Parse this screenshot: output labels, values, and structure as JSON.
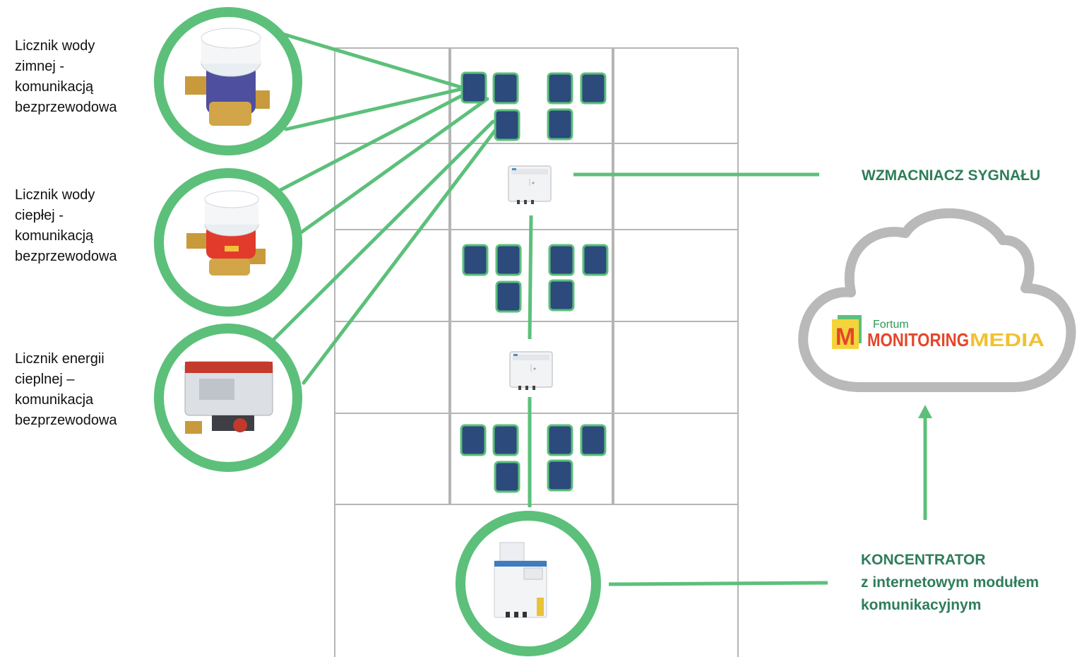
{
  "meters": [
    {
      "lines": [
        "Licznik wody",
        "zimnej -",
        "komunikacją",
        "bezprzewodowa"
      ],
      "icon": "cold-water-meter-icon"
    },
    {
      "lines": [
        "Licznik wody",
        "ciepłej -",
        "komunikacją",
        "bezprzewodowa"
      ],
      "icon": "hot-water-meter-icon"
    },
    {
      "lines": [
        "Licznik energii",
        "cieplnej –",
        "komunikacja",
        "bezprzewodowa"
      ],
      "icon": "heat-energy-meter-icon"
    }
  ],
  "repeater": {
    "label": "WZMACNIACZ SYGNAŁU"
  },
  "concentrator": {
    "lines": [
      "KONCENTRATOR",
      "z internetowym modułem",
      "komunikacyjnym"
    ]
  },
  "cloud": {
    "brand_small": "Fortum",
    "brand_part1": "MONITORING",
    "brand_part2": "MEDIA",
    "logo_letter": "M"
  },
  "colors": {
    "accent_green": "#5cc07a",
    "label_green": "#2e7d5b",
    "device_blue": "#2c4a7c",
    "grid_gray": "#b5b5b5",
    "cloud_gray": "#b9b9b9"
  }
}
